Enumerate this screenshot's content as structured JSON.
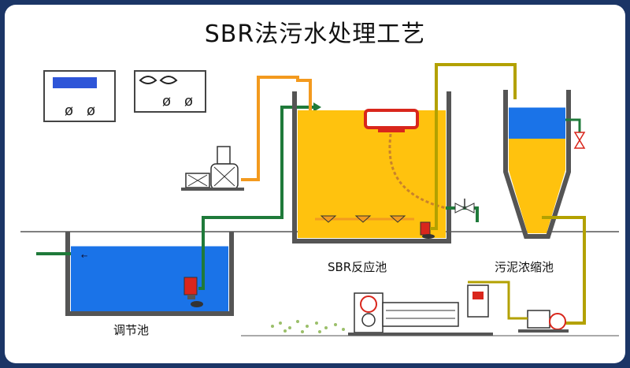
{
  "title": "SBR法污水处理工艺",
  "labels": {
    "regulating_tank": "调节池",
    "sbr_tank": "SBR反应池",
    "sludge_thickener": "污泥浓缩池"
  },
  "colors": {
    "frame": "#1b3566",
    "water": "#1a73e8",
    "sbr_liquid": "#ffc20e",
    "sludge": "#ffc20e",
    "pipe_orange": "#f39a1e",
    "pipe_green": "#1f7a3a",
    "pipe_olive": "#b3a100",
    "tank_wall": "#555555",
    "pump_red": "#d9261c"
  },
  "icons": [
    "control-panel-icon",
    "meter-icon",
    "blower-icon",
    "submersible-pump-icon",
    "valve-icon",
    "decanter-icon",
    "aerator-icon",
    "belt-filter-press-icon",
    "sludge-pump-icon"
  ]
}
